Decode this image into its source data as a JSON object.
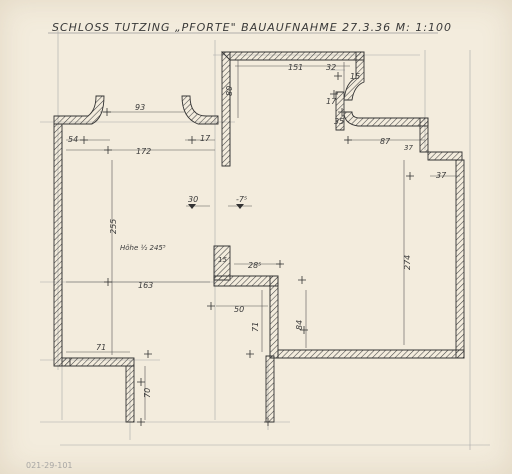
{
  "title": "SCHLOSS TUTZING „PFORTE\" BAUAUFNAHME 27.3.36  M: 1:100",
  "stamp": "021-29-101",
  "note": "Höhe ½ 245⁵",
  "dimensions": {
    "d93": "93",
    "d54": "54",
    "d172": "172",
    "d17": "17",
    "d80": "80",
    "d151": "151",
    "d32": "32",
    "d15": "15",
    "d17b": "17",
    "d35": "35",
    "d87": "87",
    "d37": "37",
    "d37b": "37",
    "d30": "30",
    "d7": "-7⁵",
    "d255": "255",
    "d15b": "15",
    "d285": "28⁵",
    "d163": "163",
    "d274": "274",
    "d50": "50",
    "d71": "71",
    "d84": "84",
    "d71b": "71",
    "d70": "70"
  },
  "colors": {
    "paper": "#f3ecdd",
    "ink": "#3a3a3a",
    "pencil": "#8a8a8a"
  }
}
